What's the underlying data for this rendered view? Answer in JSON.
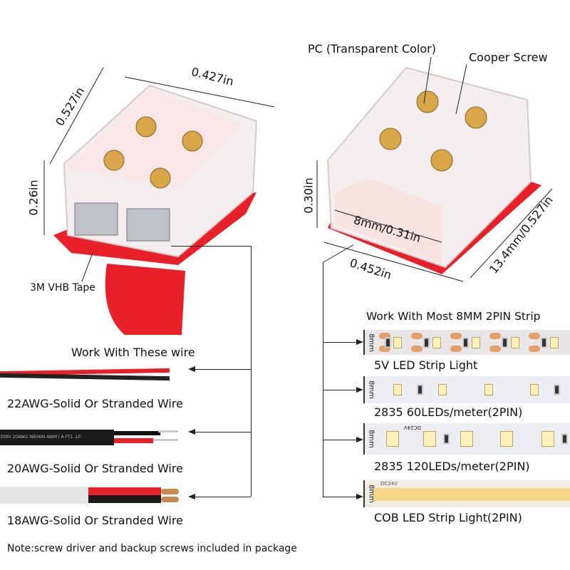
{
  "left_connector": {
    "depth_label": "0.527in",
    "width_label": "0.427in",
    "height_label": "0.26in",
    "tape_label": "3M VHB Tape"
  },
  "right_connector": {
    "material_label": "PC (Transparent Color)",
    "screw_label": "Cooper Screw",
    "height_label": "0.30in",
    "opening_label": "8mm/0.31in",
    "width_label": "0.452in",
    "depth_label": "13.4mm/0.527in"
  },
  "wires": {
    "heading": "Work With These wire",
    "items": [
      {
        "label": "22AWG-Solid Or Stranded Wire"
      },
      {
        "label": "20AWG-Solid Or Stranded Wire",
        "print": "300V 20AWG WEIXIN AWM I A FT1 -LF-"
      },
      {
        "label": "18AWG-Solid Or Stranded Wire"
      }
    ]
  },
  "strips": {
    "heading": "Work With Most 8MM 2PIN Strip",
    "width_mark": "8mm",
    "voltage_print": "DC24V",
    "items": [
      {
        "label": "5V LED Strip Light"
      },
      {
        "label": "2835 60LEDs/meter(2PIN)"
      },
      {
        "label": "2835 120LEDs/meter(2PIN)"
      },
      {
        "label": "COB LED Strip Light(2PIN)"
      }
    ]
  },
  "note": "Note:screw driver and backup screws included in package",
  "colors": {
    "tape_red": "#e8202a",
    "screw_gold": "#d9a64a"
  }
}
